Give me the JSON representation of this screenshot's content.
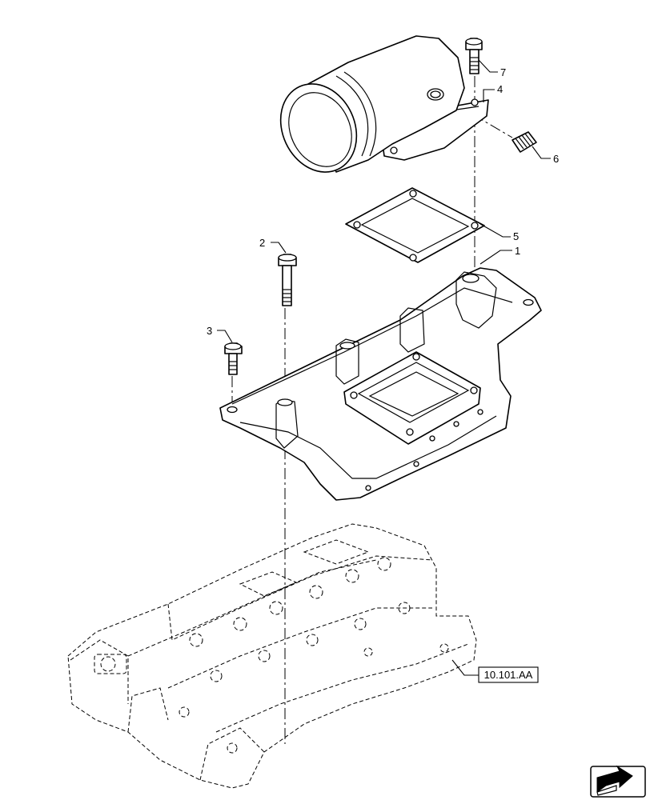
{
  "callouts": {
    "c1": "1",
    "c2": "2",
    "c3": "3",
    "c4": "4",
    "c5": "5",
    "c6": "6",
    "c7": "7"
  },
  "reference": {
    "label": "10.101.AA"
  },
  "nav": {
    "icon": "back-arrow-icon"
  }
}
